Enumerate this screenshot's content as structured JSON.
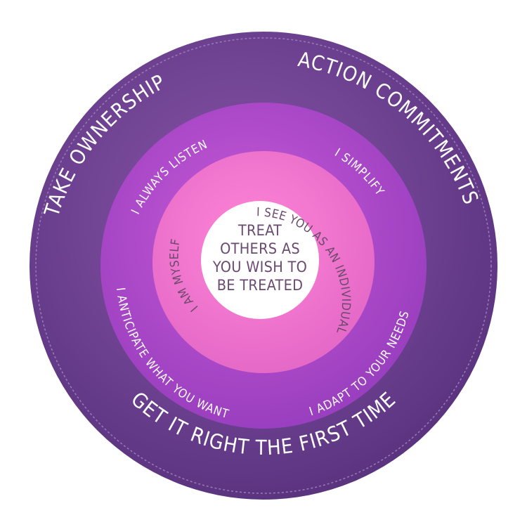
{
  "center": {
    "line1": "TREAT",
    "line2": "OTHERS AS",
    "line3": "YOU WISH TO",
    "line4": "BE TREATED"
  },
  "inner_ring": {
    "left": "I AM MYSELF",
    "right": "I SEE YOU AS AN INDIVIDUAL"
  },
  "middle_ring": {
    "top_left": "I ALWAYS LISTEN",
    "top_right": "I SIMPLIFY",
    "bottom_left": "I ANTICIPATE WHAT YOU WANT",
    "bottom_right": "I ADAPT TO YOUR NEEDS"
  },
  "outer_ring": {
    "top_left": "TAKE OWNERSHIP",
    "top_right": "ACTION COMMITMENTS",
    "bottom": "GET IT RIGHT THE FIRST TIME"
  },
  "colors": {
    "outer": "#6a3f8e",
    "middle": "#a346c4",
    "inner": "#f07bd0",
    "center": "#ffffff",
    "center_text": "#6b4a72"
  }
}
